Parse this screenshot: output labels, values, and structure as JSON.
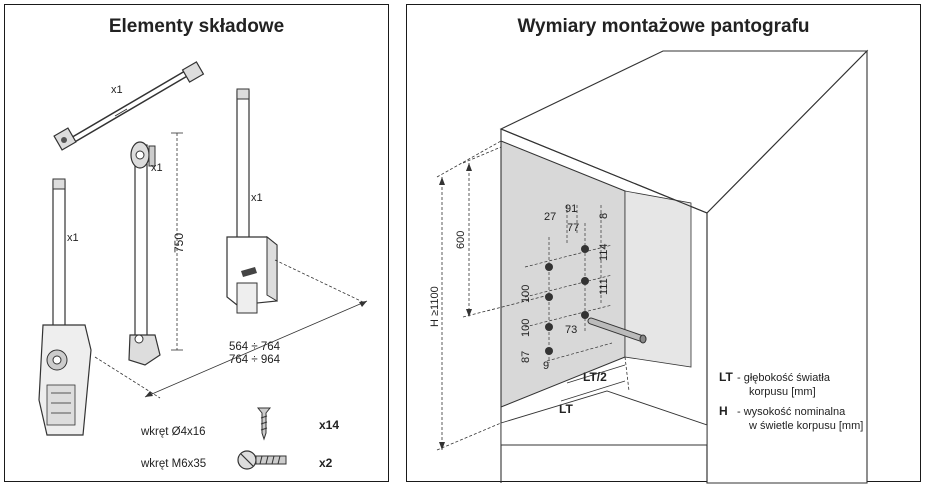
{
  "left_panel": {
    "title": "Elementy składowe",
    "qty_rod": "x1",
    "qty_arm": "x1",
    "qty_left_rail": "x1",
    "qty_right_rail": "x1",
    "dim_height": "750",
    "dim_width_1": "564 ÷ 764",
    "dim_width_2": "764 ÷ 964",
    "screw_1_label": "wkręt Ø4x16",
    "screw_1_qty": "x14",
    "screw_2_label": "wkręt M6x35",
    "screw_2_qty": "x2"
  },
  "right_panel": {
    "title": "Wymiary montażowe pantografu",
    "dim_h": "H ≥1100",
    "dim_600": "600",
    "dim_27": "27",
    "dim_91": "91",
    "dim_77": "77",
    "dim_8": "8",
    "dim_114": "114",
    "dim_111": "111",
    "dim_100a": "100",
    "dim_100b": "100",
    "dim_73": "73",
    "dim_87": "87",
    "dim_9": "9",
    "dim_lt_half": "LT/2",
    "dim_lt": "LT",
    "legend_lt_symbol": "LT",
    "legend_lt_line1": "- głębokość światła",
    "legend_lt_line2": "korpusu [mm]",
    "legend_h_symbol": "H",
    "legend_h_line1": "- wysokość nominalna",
    "legend_h_line2": "w świetle korpusu [mm]"
  }
}
